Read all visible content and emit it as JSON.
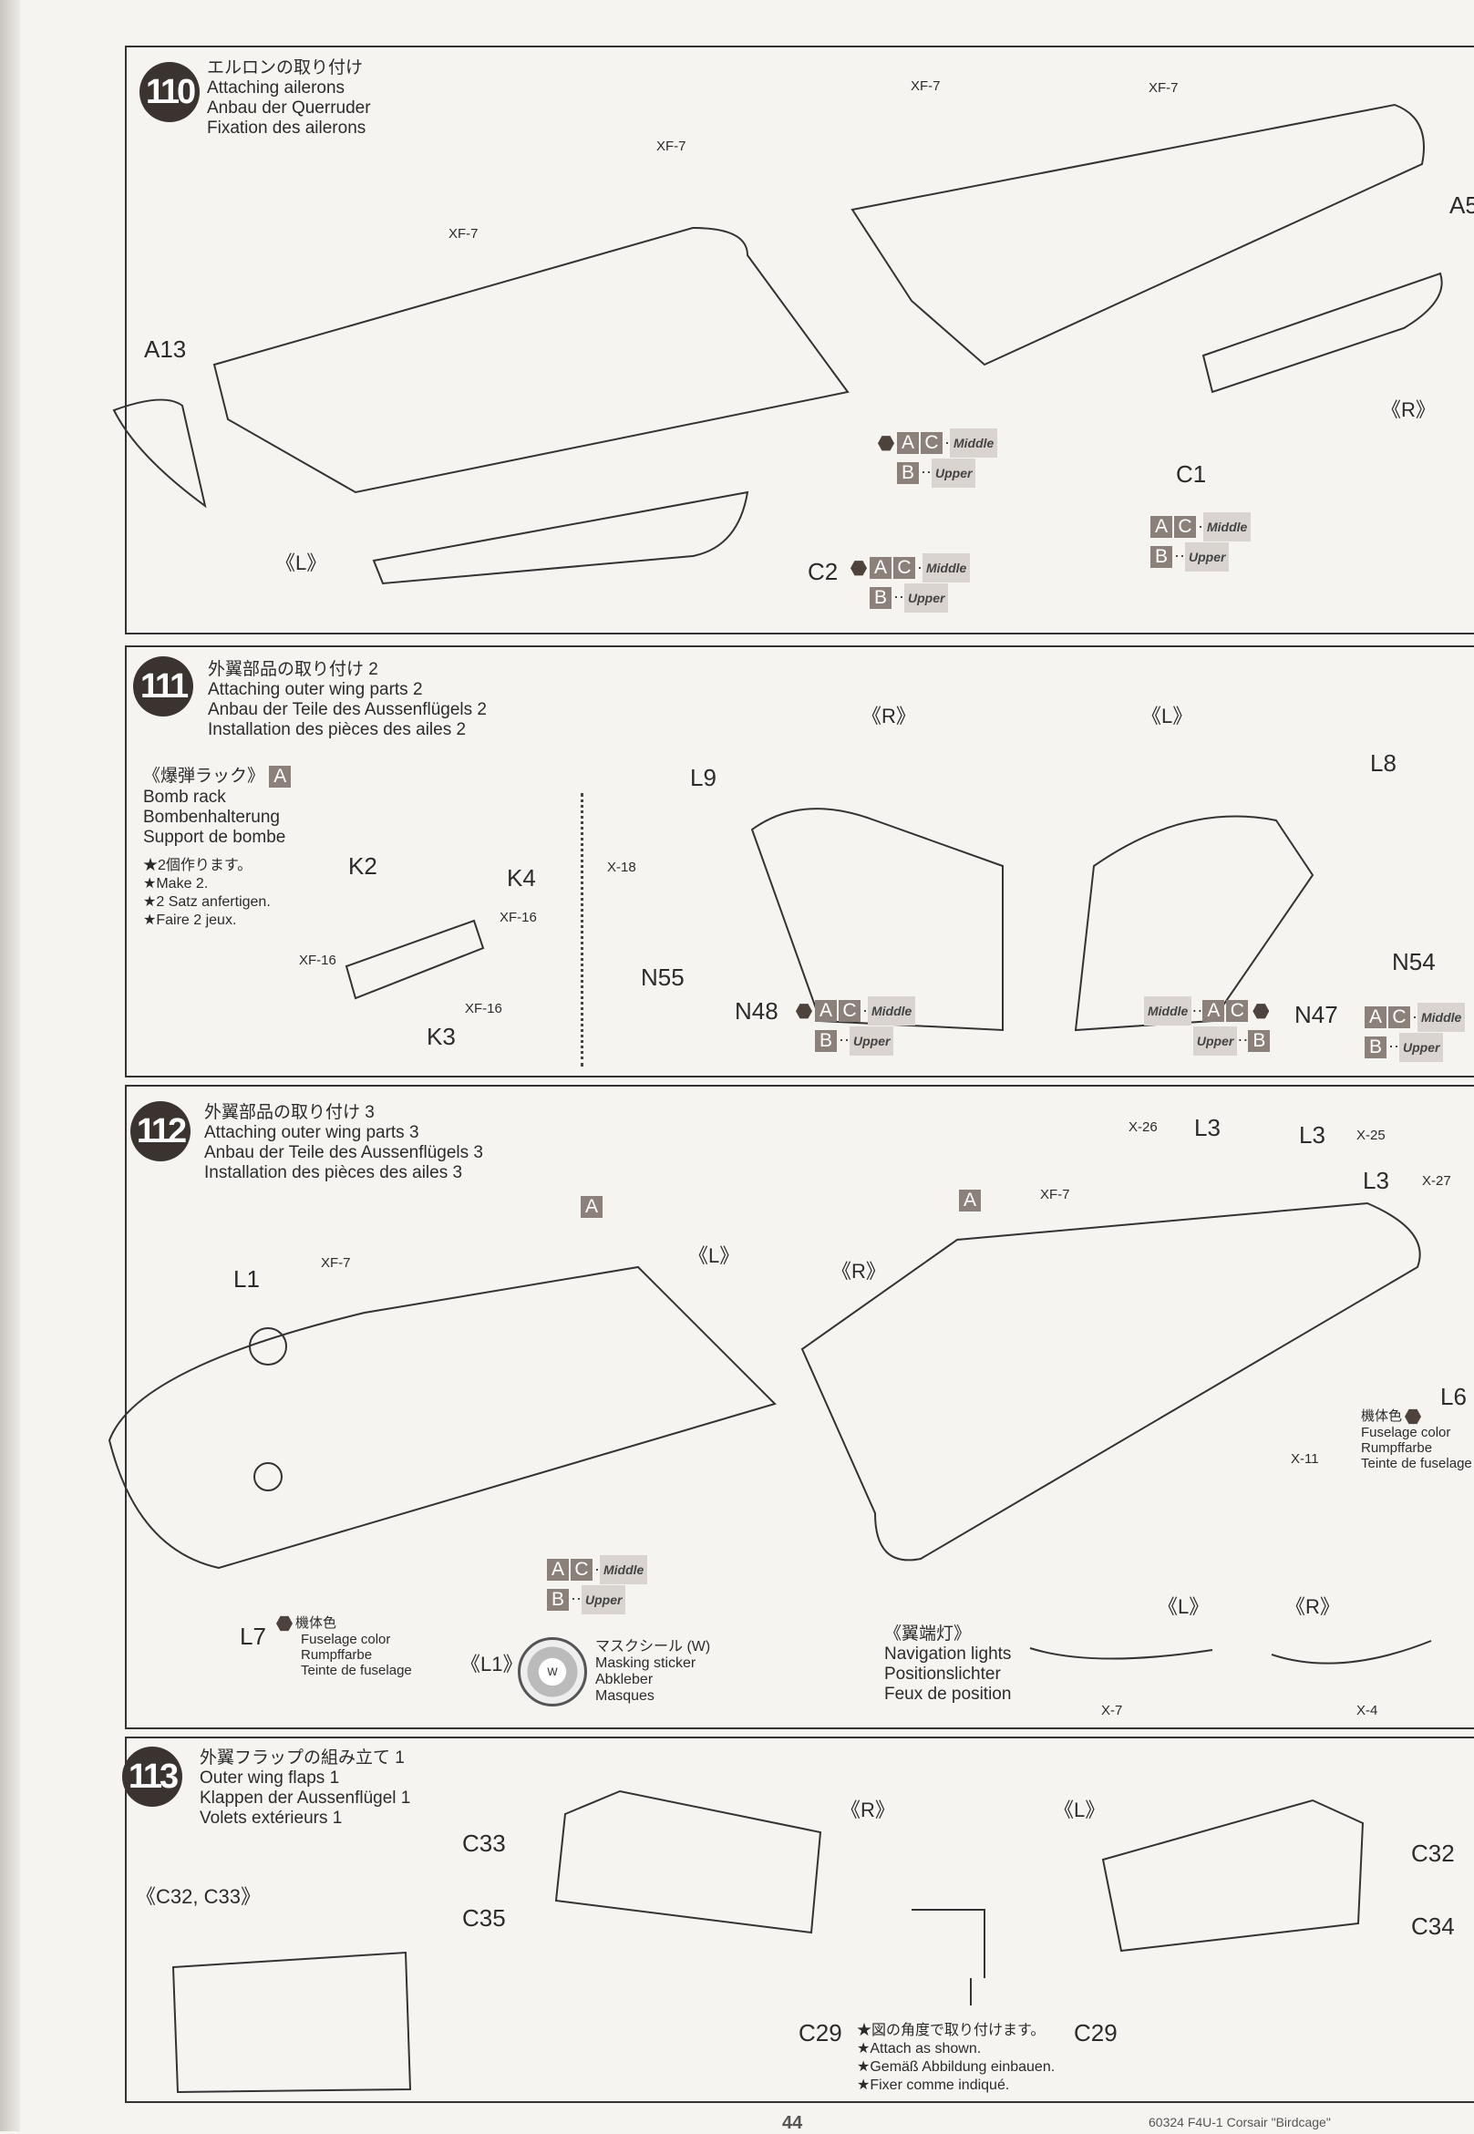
{
  "steps": [
    {
      "number": "110",
      "title": [
        "エルロンの取り付け",
        "Attaching ailerons",
        "Anbau der Querruder",
        "Fixation des ailerons"
      ],
      "labels": {
        "xf7a": "XF-7",
        "xf7b": "XF-7",
        "xf7c": "XF-7",
        "xf7d": "XF-7",
        "a13": "A13",
        "a5": "A5",
        "left": "《L》",
        "right": "《R》",
        "c1": "C1",
        "c2": "C2"
      }
    },
    {
      "number": "111",
      "title": [
        "外翼部品の取り付け 2",
        "Attaching outer wing parts 2",
        "Anbau der Teile des Aussenflügels 2",
        "Installation des pièces des ailes 2"
      ],
      "bomb_rack": {
        "heading": "《爆弾ラック》",
        "part_tree": "A",
        "lines": [
          "Bomb rack",
          "Bombenhalterung",
          "Support de bombe"
        ],
        "notes": [
          "★2個作ります。",
          "★Make 2.",
          "★2 Satz anfertigen.",
          "★Faire 2 jeux."
        ]
      },
      "labels": {
        "k2": "K2",
        "k4": "K4",
        "k3": "K3",
        "xf16a": "XF-16",
        "xf16b": "XF-16",
        "xf16c": "XF-16",
        "right": "《R》",
        "left": "《L》",
        "l9": "L9",
        "x18": "X-18",
        "n55": "N55",
        "n48": "N48",
        "l8": "L8",
        "n54": "N54",
        "n47": "N47"
      }
    },
    {
      "number": "112",
      "title": [
        "外翼部品の取り付け 3",
        "Attaching outer wing parts 3",
        "Anbau der Teile des Aussenflügels 3",
        "Installation des pièces des ailes 3"
      ],
      "labels": {
        "a1": "A",
        "a2": "A",
        "left": "《L》",
        "right": "《R》",
        "l1": "L1",
        "xf7a": "XF-7",
        "xf7b": "XF-7",
        "x26": "X-26",
        "x25": "X-25",
        "x27": "X-27",
        "l3a": "L3",
        "l3b": "L3",
        "l3c": "L3",
        "x11": "X-11",
        "l6": "L6",
        "l7": "L7",
        "l1b": "《L1》",
        "left2": "《L》",
        "right2": "《R》",
        "x7": "X-7",
        "x4": "X-4"
      },
      "fuselage_color": [
        "機体色",
        "Fuselage color",
        "Rumpffarbe",
        "Teinte de fuselage"
      ],
      "masking": [
        "マスクシール",
        "Masking sticker",
        "Abkleber",
        "Masques"
      ],
      "masking_tree": "W",
      "nav_lights": [
        "《翼端灯》",
        "Navigation lights",
        "Positionslichter",
        "Feux de position"
      ]
    },
    {
      "number": "113",
      "title": [
        "外翼フラップの組み立て 1",
        "Outer wing flaps 1",
        "Klappen der Aussenflügel 1",
        "Volets extérieurs 1"
      ],
      "labels": {
        "c32c33": "《C32, C33》",
        "c33": "C33",
        "c35": "C35",
        "c29a": "C29",
        "c29b": "C29",
        "c32": "C32",
        "c34": "C34",
        "right": "《R》",
        "left": "《L》"
      },
      "notes": [
        "★図の角度で取り付けます。",
        "★Attach as shown.",
        "★Gemäß Abbildung einbauen.",
        "★Fixer comme indiqué."
      ]
    }
  ],
  "paint": {
    "a": "A",
    "c": "C",
    "b": "B",
    "middle": "Middle",
    "upper": "Upper",
    "sep1": "·",
    "sep2": "··"
  },
  "footer": {
    "page": "44",
    "product": "60324 F4U-1 Corsair \"Birdcage\""
  },
  "colors": {
    "ink": "#2b2b2b",
    "paint_box": "#8b807a",
    "paint_hex": "#4e423c"
  }
}
